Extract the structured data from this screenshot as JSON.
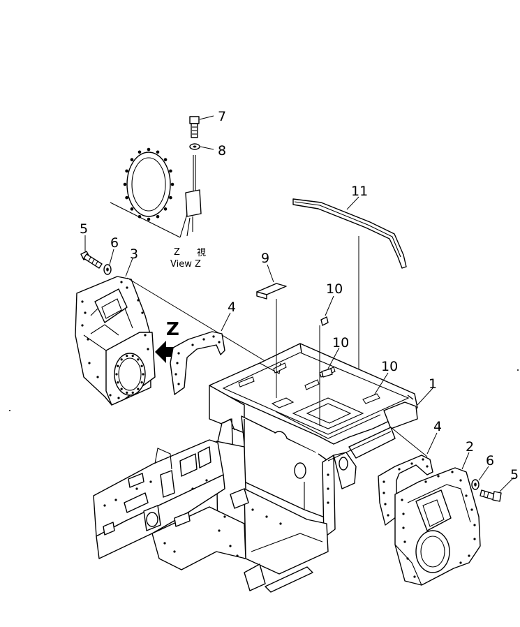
{
  "callouts": {
    "c1": "1",
    "c2": "2",
    "c3": "3",
    "c4a": "4",
    "c4b": "4",
    "c5a": "5",
    "c5b": "5",
    "c6a": "6",
    "c6b": "6",
    "c7": "7",
    "c8": "8",
    "c9": "9",
    "c10a": "10",
    "c10b": "10",
    "c10c": "10",
    "c11": "11"
  },
  "view": {
    "arrow_letter": "Z",
    "label_line1": "Z",
    "label_glyph": "視",
    "label_line2": "View  Z"
  }
}
